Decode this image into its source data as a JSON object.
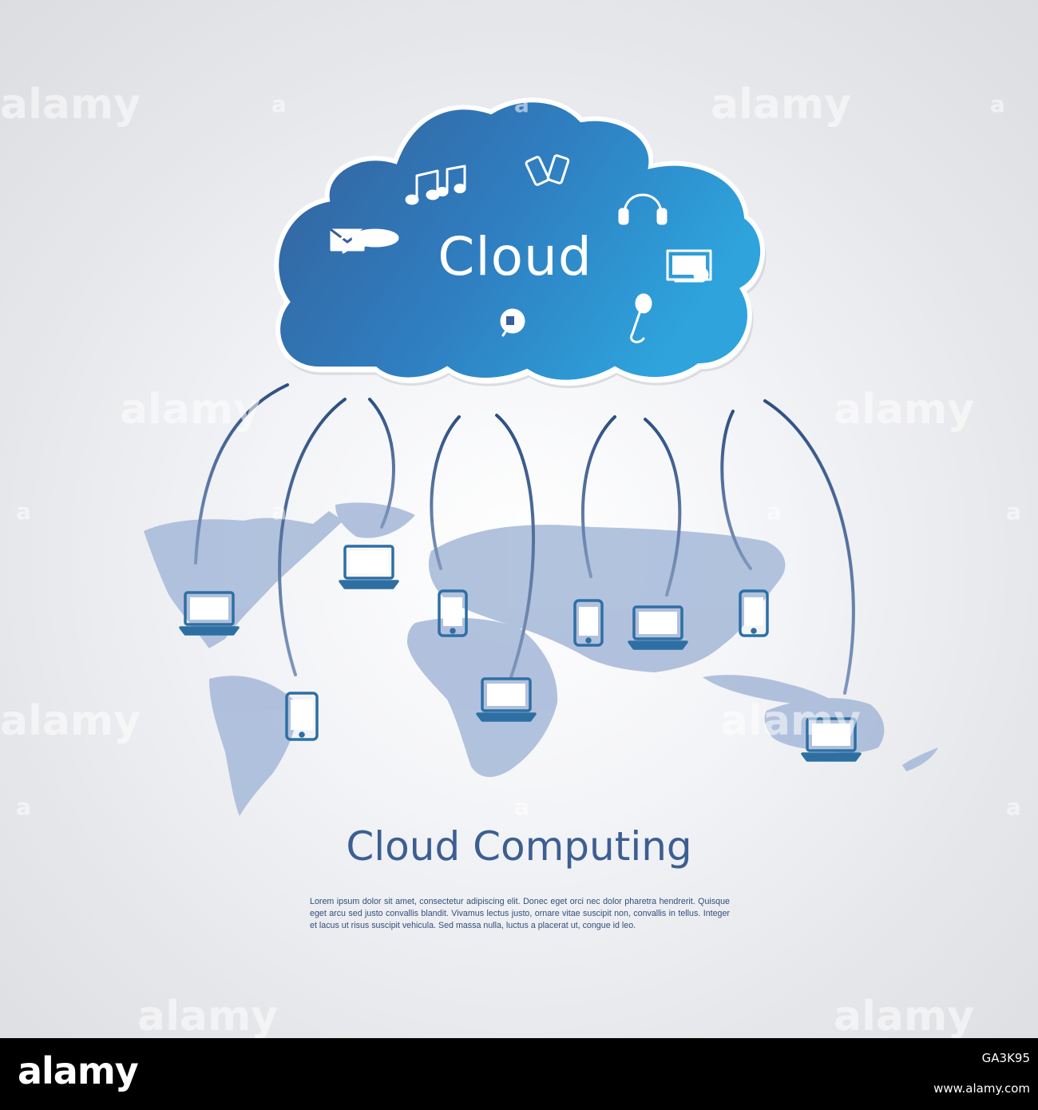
{
  "cloud": {
    "label": "Cloud"
  },
  "diagram": {
    "title": "Cloud Computing",
    "body": "Lorem ipsum dolor sit amet, consectetur adipiscing elit. Donec eget orci nec dolor pharetra hendrerit. Quisque eget arcu sed justo convallis blandit. Vivamus lectus justo, ornare vitae suscipit non, convallis in tellus. Integer et lacus ut risus suscipit vehicula. Sed massa nulla, luctus a placerat ut, congue id leo."
  },
  "cloud_icons": [
    "music-notes-icon",
    "mobile-phones-icon",
    "headphones-icon",
    "envelope-icon",
    "presentation-icon",
    "speech-bubble-icon",
    "chat-icon",
    "microphone-icon"
  ],
  "devices": [
    "laptop-icon",
    "laptop-icon",
    "tablet-icon",
    "tablet-icon",
    "laptop-icon",
    "tablet-icon",
    "laptop-icon",
    "tablet-icon",
    "laptop-icon"
  ],
  "watermark": {
    "text": "alamy"
  },
  "banner": {
    "brand": "alamy",
    "image_id": "GA3K95",
    "site": "www.alamy.com"
  },
  "colors": {
    "cloud_dark": "#35609a",
    "cloud_light": "#2ea3dc",
    "device": "#2e6fa3",
    "line": "#4f6f99",
    "map": "#a5b8d8",
    "title": "#3c5f92"
  }
}
